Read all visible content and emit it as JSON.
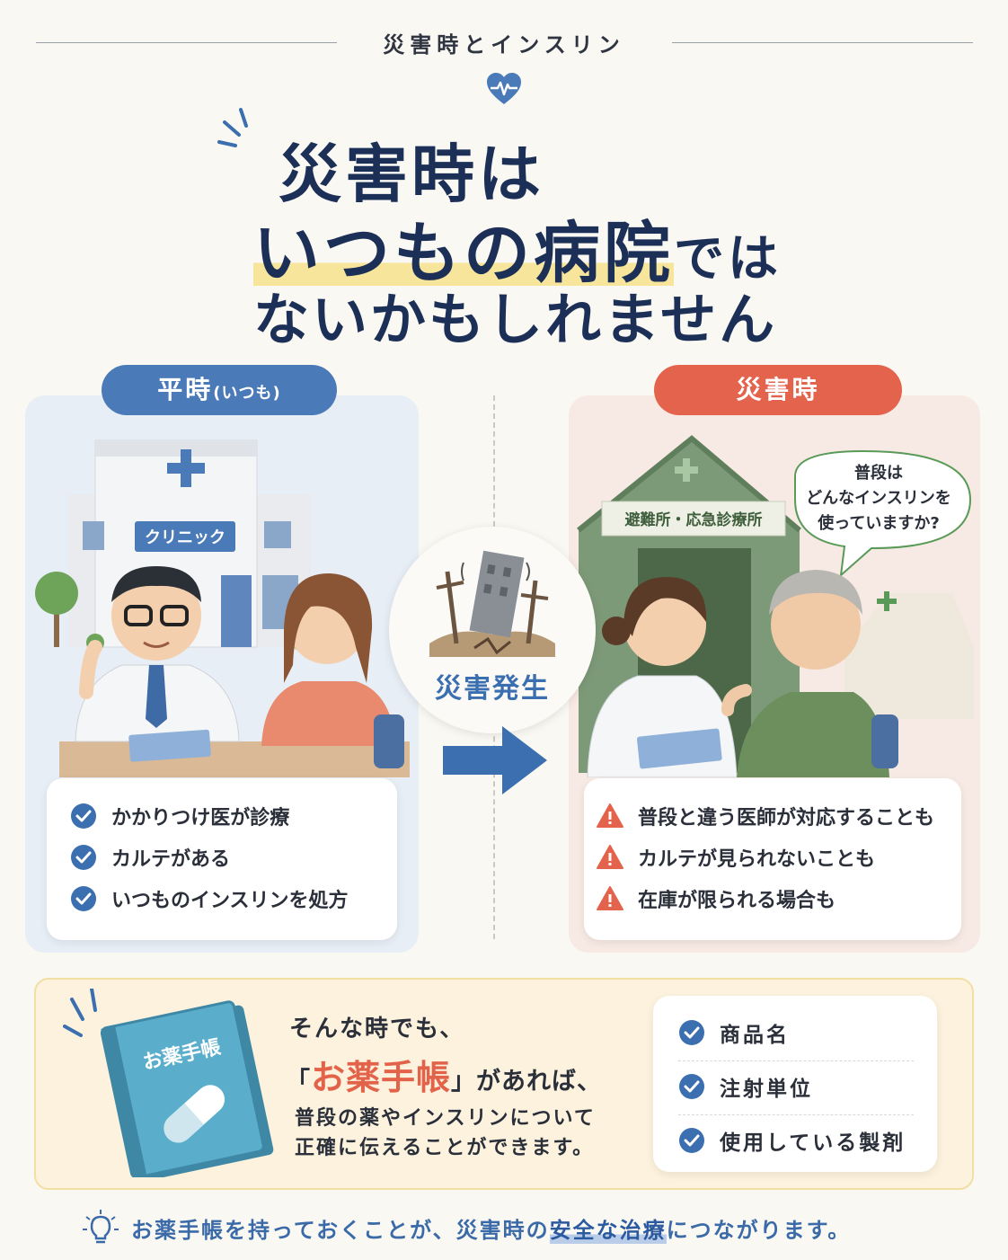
{
  "header": {
    "title": "災害時とインスリン"
  },
  "headline": {
    "line1": "災害時は",
    "line2_emph": "いつもの病院",
    "line2_rest": "では",
    "line3": "ないかもしれません"
  },
  "normal": {
    "label": "平時",
    "label_sub": "(いつも)",
    "clinic_sign": "クリニック",
    "items": [
      "かかりつけ医が診療",
      "カルテがある",
      "いつものインスリンを処方"
    ]
  },
  "center": {
    "label": "災害発生"
  },
  "disaster": {
    "label": "災害時",
    "tent_sign": "避難所・応急診療所",
    "bubble_lines": [
      "普段は",
      "どんなインスリンを",
      "使っていますか?"
    ],
    "items": [
      "普段と違う医師が対応することも",
      "カルテが見られないことも",
      "在庫が限られる場合も"
    ]
  },
  "notebook": {
    "book_title": "お薬手帳",
    "line1": "そんな時でも、",
    "line2_open": "「",
    "line2_emph": "お薬手帳",
    "line2_close": "」があれば、",
    "line3": "普段の薬やインスリンについて",
    "line4": "正確に伝えることができます。",
    "items": [
      "商品名",
      "注射単位",
      "使用している製剤"
    ]
  },
  "footer": {
    "pre": "お薬手帳を持っておくことが、災害時の",
    "emph": "安全な治療",
    "post": "につながります。"
  },
  "colors": {
    "navy": "#1c2f57",
    "blue": "#4a7ab8",
    "red": "#e4634c",
    "green": "#6c8f6a",
    "yellow": "#f6e59b"
  }
}
